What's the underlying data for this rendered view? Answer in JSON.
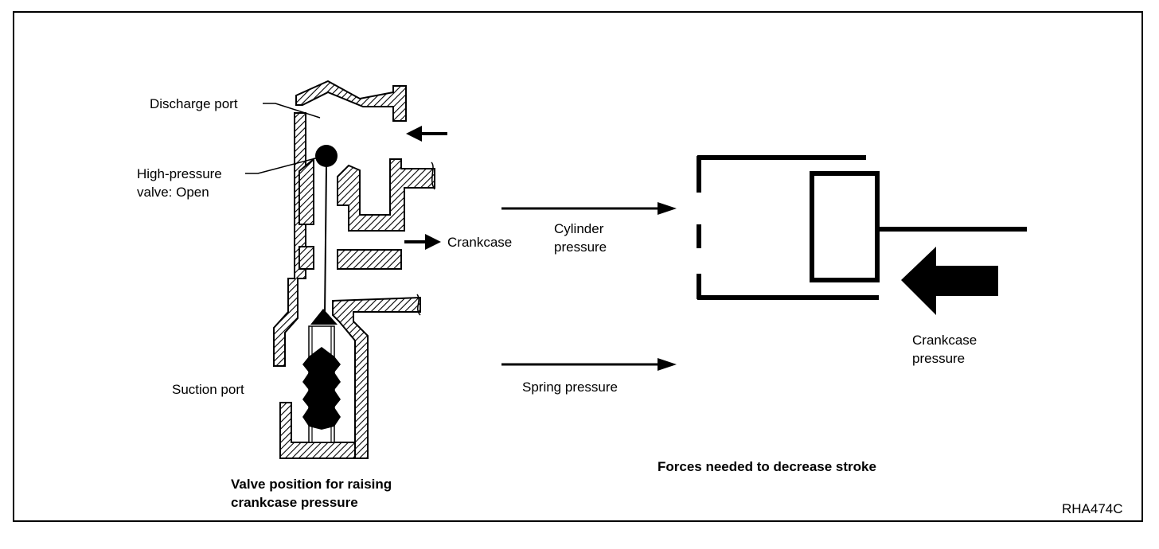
{
  "labels": {
    "discharge_port": "Discharge port",
    "high_pressure_valve": [
      "High-pressure",
      "valve: Open"
    ],
    "crankcase": "Crankcase",
    "suction_port": "Suction port",
    "valve_caption": [
      "Valve position for raising",
      "crankcase pressure"
    ],
    "cylinder_pressure": [
      "Cylinder",
      "pressure"
    ],
    "spring_pressure": "Spring pressure",
    "crankcase_pressure": [
      "Crankcase",
      "pressure"
    ],
    "forces_caption": "Forces needed to decrease stroke",
    "figure_code": "RHA474C"
  }
}
